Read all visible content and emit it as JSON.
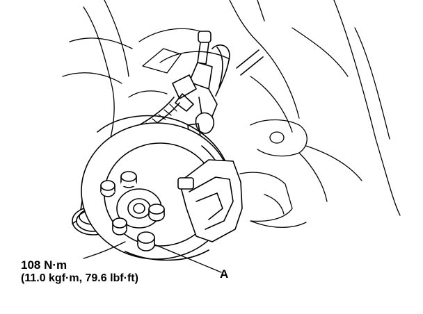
{
  "callouts": {
    "torque_value": "108 N·m",
    "torque_conversion": "(11.0 kgf·m, 79.6 lbf·ft)",
    "part_label": "A"
  },
  "colors": {
    "ink": "#000000",
    "paper": "#ffffff"
  }
}
